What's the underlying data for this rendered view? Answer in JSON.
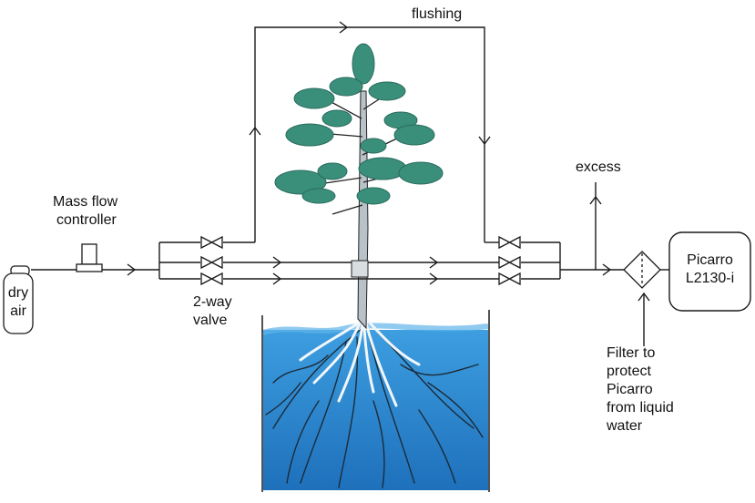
{
  "labels": {
    "flushing": "flushing",
    "excess": "excess",
    "mass_flow_line1": "Mass flow",
    "mass_flow_line2": "controller",
    "dry_air_line1": "dry",
    "dry_air_line2": "air",
    "valve_line1": "2-way",
    "valve_line2": "valve",
    "picarro_line1": "Picarro",
    "picarro_line2": "L2130-i",
    "filter_lines": [
      "Filter to",
      "protect",
      "Picarro",
      "from liquid",
      "water"
    ]
  },
  "icons": {
    "tree": "tree-icon",
    "roots": "roots-icon",
    "water": "water-tank",
    "valve": "valve-icon",
    "filter": "filter-icon",
    "cylinder": "gas-cylinder-icon"
  },
  "colors": {
    "line": "#1a1a1a",
    "water": "#2f8fd6",
    "water_dark": "#1f6fb8",
    "foliage": "#3a8f7a",
    "foliage_dark": "#2a6b5e",
    "root": "#1c2b3a",
    "root_light": "#f2f6fa"
  }
}
